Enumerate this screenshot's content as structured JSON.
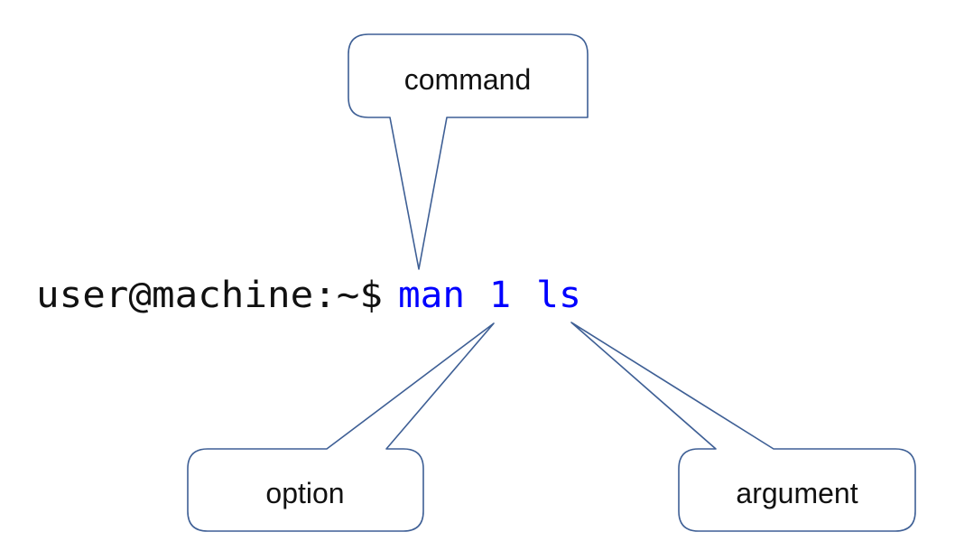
{
  "terminal_line": {
    "prompt": "user@machine:~$",
    "command": "man",
    "option": "1",
    "argument": "ls"
  },
  "callouts": {
    "command": "command",
    "option": "option",
    "argument": "argument"
  },
  "colors": {
    "prompt_text": "#111111",
    "command_text": "#0000ff",
    "callout_stroke": "#3e5f95",
    "callout_fill": "#ffffff",
    "background": "#ffffff"
  }
}
